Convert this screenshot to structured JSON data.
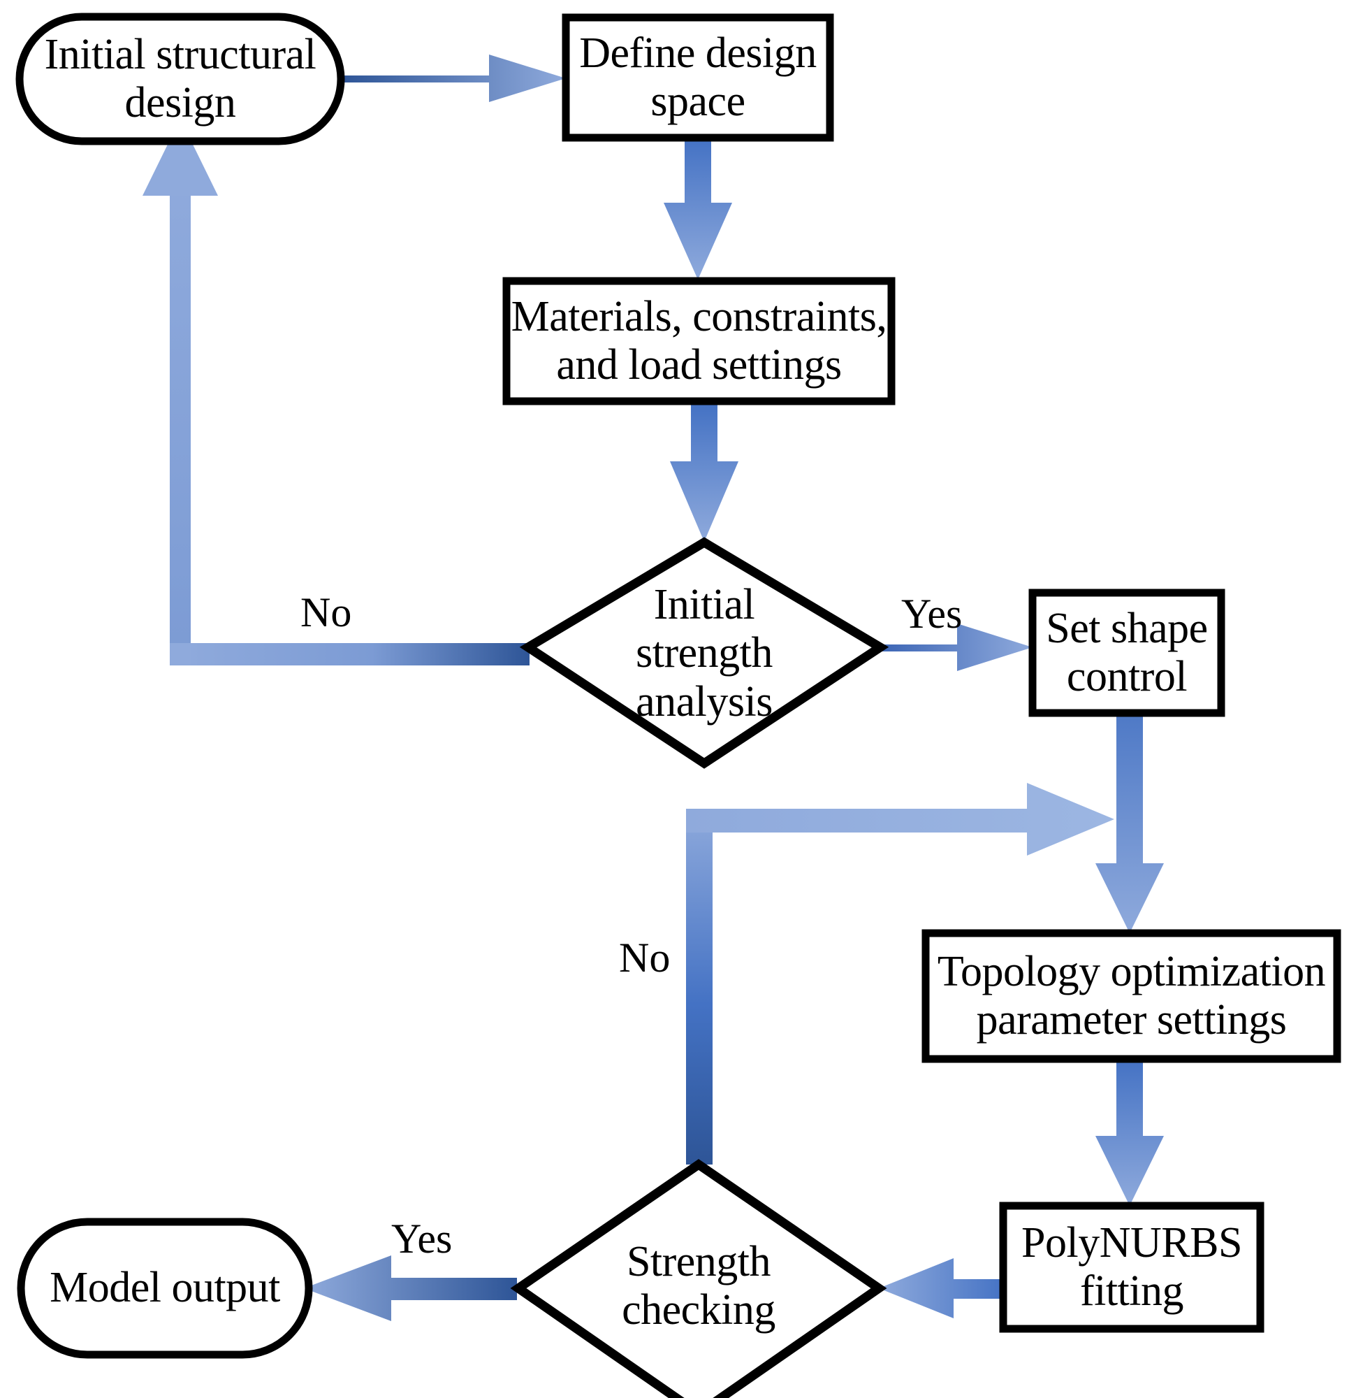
{
  "diagram": {
    "title": "Topology optimization design workflow flowchart",
    "type": "flowchart",
    "colors": {
      "outline": "#000000",
      "fill": "#ffffff",
      "arrow_light": "#8FAADC",
      "arrow_dark": "#2E5597",
      "text": "#000000",
      "background": "#ffffff"
    },
    "nodes": [
      {
        "id": "initial-structural-design",
        "shape": "terminator",
        "label": "Initial structural\ndesign"
      },
      {
        "id": "define-design-space",
        "shape": "process",
        "label": "Define design\nspace"
      },
      {
        "id": "materials-constraints-loads",
        "shape": "process",
        "label": "Materials, constraints,\nand load settings"
      },
      {
        "id": "initial-strength-analysis",
        "shape": "decision",
        "label": "Initial\nstrength\nanalysis"
      },
      {
        "id": "set-shape-control",
        "shape": "process",
        "label": "Set shape\ncontrol"
      },
      {
        "id": "topology-optimization-parameters",
        "shape": "process",
        "label": "Topology optimization\nparameter settings"
      },
      {
        "id": "polynurbs-fitting",
        "shape": "process",
        "label": "PolyNURBS\nfitting"
      },
      {
        "id": "strength-checking",
        "shape": "decision",
        "label": "Strength\nchecking"
      },
      {
        "id": "model-output",
        "shape": "terminator",
        "label": "Model output"
      }
    ],
    "edges": [
      {
        "id": "e1",
        "from": "initial-structural-design",
        "to": "define-design-space",
        "label": ""
      },
      {
        "id": "e2",
        "from": "define-design-space",
        "to": "materials-constraints-loads",
        "label": ""
      },
      {
        "id": "e3",
        "from": "materials-constraints-loads",
        "to": "initial-strength-analysis",
        "label": ""
      },
      {
        "id": "e4",
        "from": "initial-strength-analysis",
        "to": "initial-structural-design",
        "label": "No"
      },
      {
        "id": "e5",
        "from": "initial-strength-analysis",
        "to": "set-shape-control",
        "label": "Yes"
      },
      {
        "id": "e6",
        "from": "set-shape-control",
        "to": "topology-optimization-parameters",
        "label": ""
      },
      {
        "id": "e7",
        "from": "topology-optimization-parameters",
        "to": "polynurbs-fitting",
        "label": ""
      },
      {
        "id": "e8",
        "from": "polynurbs-fitting",
        "to": "strength-checking",
        "label": ""
      },
      {
        "id": "e9",
        "from": "strength-checking",
        "to": "set-shape-control",
        "label": "No"
      },
      {
        "id": "e10",
        "from": "strength-checking",
        "to": "model-output",
        "label": "Yes"
      }
    ],
    "edge_labels": {
      "no_initial": "No",
      "yes_initial": "Yes",
      "no_checking": "No",
      "yes_checking": "Yes"
    }
  }
}
